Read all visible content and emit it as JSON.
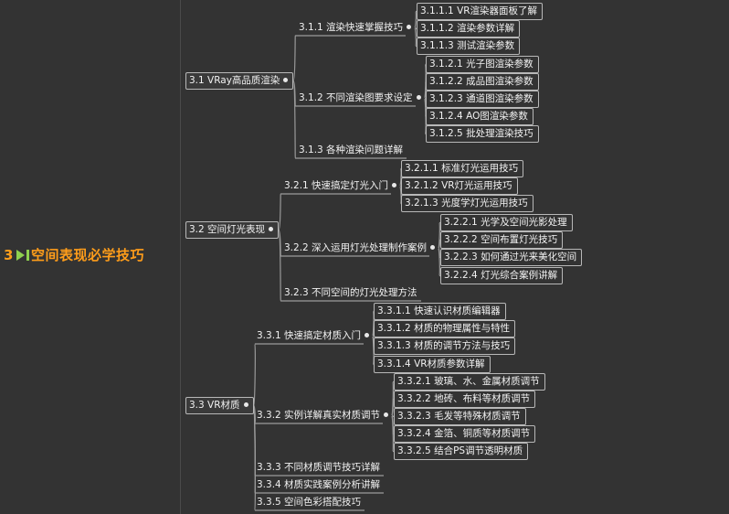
{
  "root": {
    "number": "3",
    "title": "空间表现必学技巧",
    "icon": "flag-icon"
  },
  "sections": [
    {
      "label": "3.1 VRay高品质渲染",
      "children": [
        {
          "label": "3.1.1 渲染快速掌握技巧",
          "children": [
            {
              "label": "3.1.1.1 VR渲染器面板了解"
            },
            {
              "label": "3.1.1.2 渲染参数详解"
            },
            {
              "label": "3.1.1.3 测试渲染参数"
            }
          ]
        },
        {
          "label": "3.1.2 不同渲染图要求设定",
          "children": [
            {
              "label": "3.1.2.1 光子图渲染参数"
            },
            {
              "label": "3.1.2.2 成品图渲染参数"
            },
            {
              "label": "3.1.2.3 通道图渲染参数"
            },
            {
              "label": "3.1.2.4 AO图渲染参数"
            },
            {
              "label": "3.1.2.5 批处理渲染技巧"
            }
          ]
        },
        {
          "label": "3.1.3 各种渲染问题详解"
        }
      ]
    },
    {
      "label": "3.2 空间灯光表现",
      "children": [
        {
          "label": "3.2.1 快速搞定灯光入门",
          "children": [
            {
              "label": "3.2.1.1 标准灯光运用技巧"
            },
            {
              "label": "3.2.1.2 VR灯光运用技巧"
            },
            {
              "label": "3.2.1.3 光度学灯光运用技巧"
            }
          ]
        },
        {
          "label": "3.2.2 深入运用灯光处理制作案例",
          "children": [
            {
              "label": "3.2.2.1 光学及空间光影处理"
            },
            {
              "label": "3.2.2.2 空间布置灯光技巧"
            },
            {
              "label": "3.2.2.3 如何通过光来美化空间"
            },
            {
              "label": "3.2.2.4 灯光综合案例讲解"
            }
          ]
        },
        {
          "label": "3.2.3 不同空间的灯光处理方法"
        }
      ]
    },
    {
      "label": "3.3 VR材质",
      "children": [
        {
          "label": "3.3.1 快速搞定材质入门",
          "children": [
            {
              "label": "3.3.1.1 快速认识材质编辑器"
            },
            {
              "label": "3.3.1.2 材质的物理属性与特性"
            },
            {
              "label": "3.3.1.3 材质的调节方法与技巧"
            },
            {
              "label": "3.3.1.4 VR材质参数详解"
            }
          ]
        },
        {
          "label": "3.3.2 实例详解真实材质调节",
          "children": [
            {
              "label": "3.3.2.1 玻璃、水、金属材质调节"
            },
            {
              "label": "3.3.2.2 地砖、布料等材质调节"
            },
            {
              "label": "3.3.2.3 毛发等特殊材质调节"
            },
            {
              "label": "3.3.2.4 金箔、铜质等材质调节"
            },
            {
              "label": "3.3.2.5 结合PS调节透明材质"
            }
          ]
        },
        {
          "label": "3.3.3 不同材质调节技巧详解"
        },
        {
          "label": "3.3.4 材质实践案例分析讲解"
        },
        {
          "label": "3.3.5 空间色彩搭配技巧"
        }
      ]
    }
  ],
  "colors": {
    "background": "#333333",
    "text": "#f2f2f2",
    "line": "#9a9a9a",
    "root": "#ff9d1a",
    "flag": "#8fd14f"
  }
}
